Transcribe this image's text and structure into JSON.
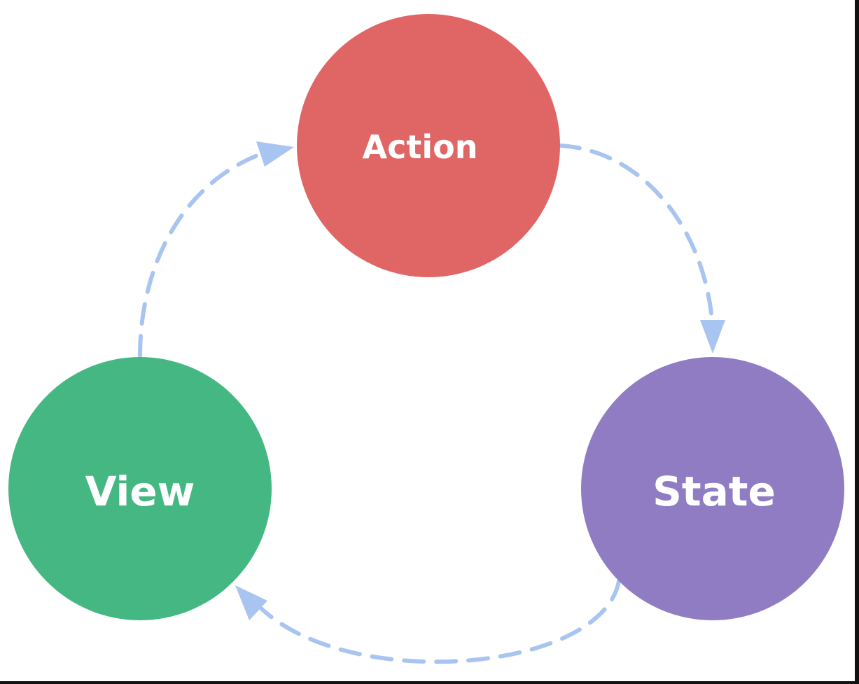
{
  "colors": {
    "background": "#ffffff",
    "arrow": "#a8c4f0",
    "action": "#e06666",
    "view": "#44b783",
    "state": "#8f7cc3",
    "label": "#ffffff"
  },
  "nodes": {
    "action": {
      "label": "Action"
    },
    "view": {
      "label": "View"
    },
    "state": {
      "label": "State"
    }
  },
  "edges": [
    {
      "from": "Action",
      "to": "State"
    },
    {
      "from": "State",
      "to": "View"
    },
    {
      "from": "View",
      "to": "Action"
    }
  ]
}
